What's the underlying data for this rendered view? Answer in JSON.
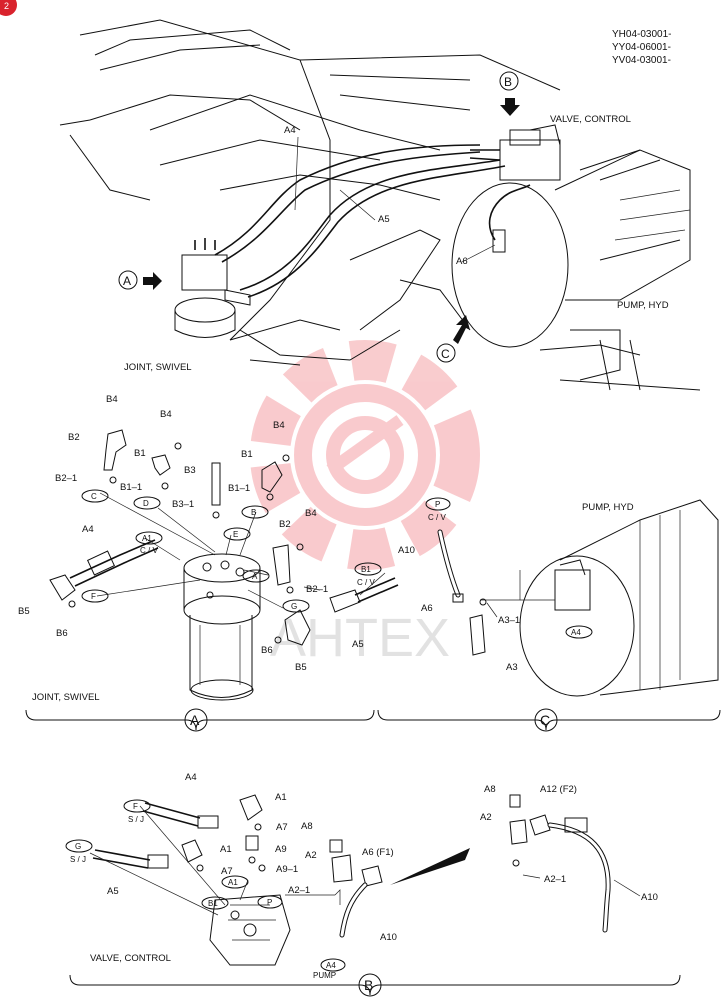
{
  "header": {
    "badge": "2",
    "codes": [
      "YH04-03001-",
      "YY04-06001-",
      "YV04-03001-"
    ]
  },
  "watermark": {
    "text": "AHTEX",
    "color": "#e8323c"
  },
  "overview": {
    "view_a": "A",
    "view_b": "B",
    "view_c": "C",
    "valve_control": "VALVE, CONTROL",
    "pump_hyd": "PUMP, HYD",
    "joint_swivel": "JOINT, SWIVEL",
    "a4": "A4",
    "a5": "A5",
    "a6": "A6"
  },
  "section_a": {
    "title": "JOINT, SWIVEL",
    "footer": "A",
    "labels": {
      "b4_1": "B4",
      "b4_2": "B4",
      "b4_3": "B4",
      "b4_4": "B4",
      "b2_1": "B2",
      "b2_2": "B2",
      "b1_1": "B1",
      "b1_2": "B1",
      "b2_1_1": "B2–1",
      "b2_1_2": "B2–1",
      "b1_1_1": "B1–1",
      "b1_1_2": "B1–1",
      "b3": "B3",
      "b3_1": "B3–1",
      "a4": "A4",
      "a5": "A5",
      "b5_1": "B5",
      "b5_2": "B5",
      "b6_1": "B6",
      "b6_2": "B6",
      "cv1": "C / V",
      "cv2": "C / V"
    },
    "ports": {
      "c": "C",
      "d": "D",
      "e": "E",
      "b": "B",
      "a": "A",
      "f": "F",
      "g": "G",
      "a1": "A1",
      "b1": "B1"
    }
  },
  "section_c": {
    "title": "PUMP, HYD",
    "footer": "C",
    "labels": {
      "p": "P",
      "cv": "C / V",
      "a10": "A10",
      "a6": "A6",
      "a3_1": "A3–1",
      "a3": "A3",
      "a4": "A4"
    }
  },
  "section_b": {
    "title": "VALVE, CONTROL",
    "footer": "B",
    "labels": {
      "a4": "A4",
      "a1_1": "A1",
      "a1_2": "A1",
      "a7_1": "A7",
      "a7_2": "A7",
      "a8_1": "A8",
      "a8_2": "A8",
      "a9": "A9",
      "a9_1": "A9–1",
      "a5": "A5",
      "a2_1": "A2",
      "a2_2": "A2",
      "a2_1_1": "A2–1",
      "a2_1_2": "A2–1",
      "a6_f1": "A6 (F1)",
      "a12_f2": "A12 (F2)",
      "a10_1": "A10",
      "a10_2": "A10",
      "pump": "PUMP",
      "sj1": "S / J",
      "sj2": "S / J"
    },
    "ports": {
      "f": "F",
      "g": "G",
      "a1": "A1",
      "b1": "B1",
      "p": "P",
      "a4": "A4"
    }
  }
}
